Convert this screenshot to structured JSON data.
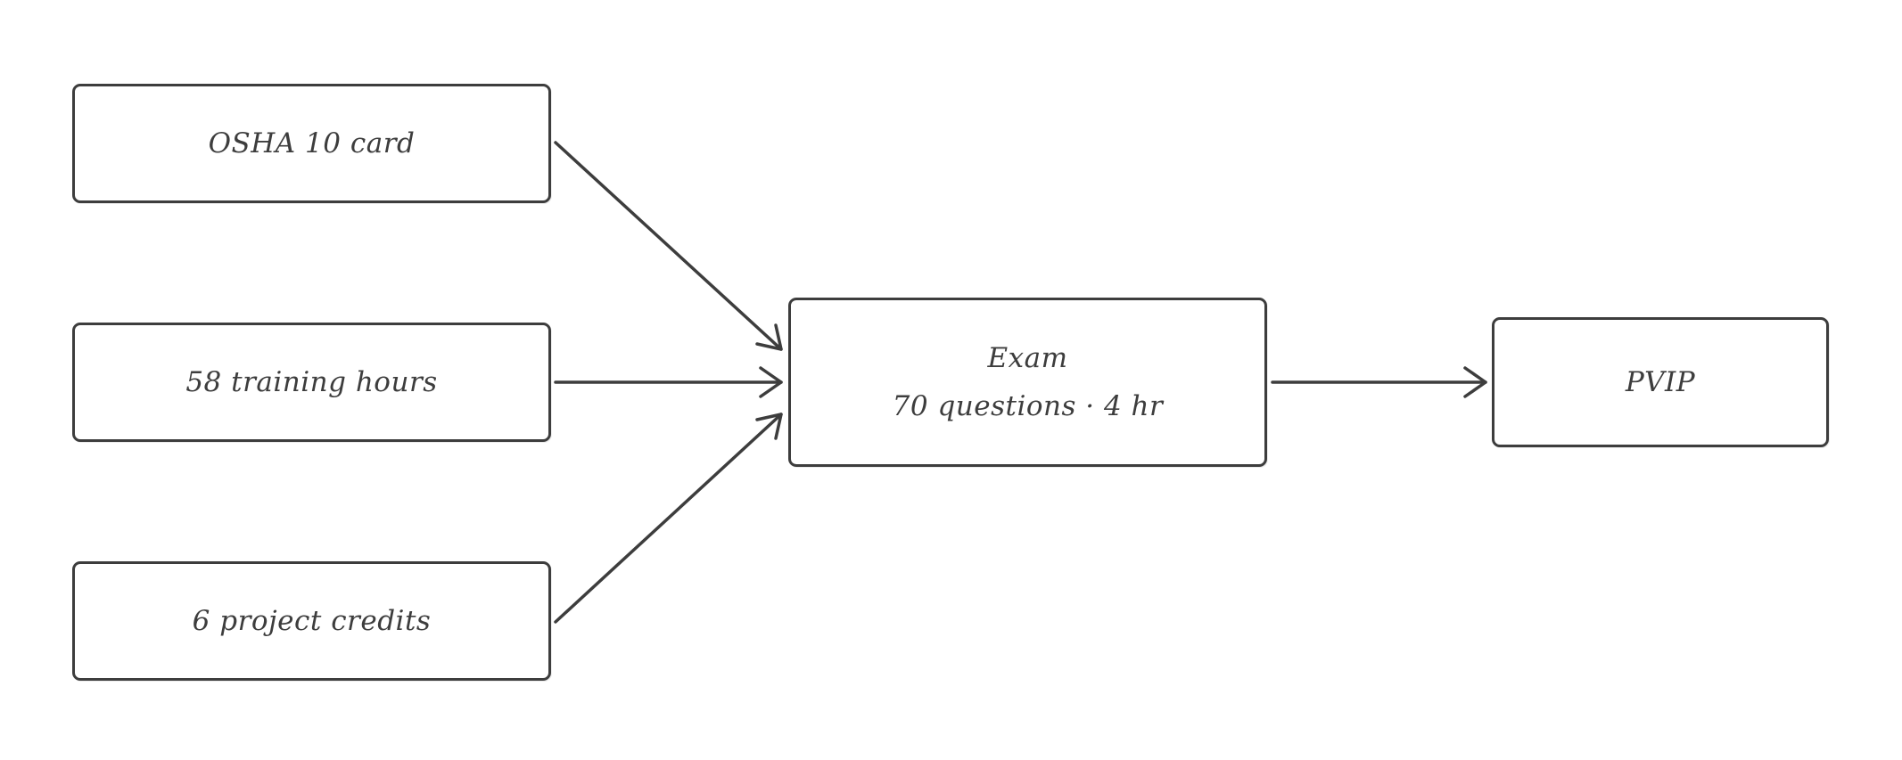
{
  "diagram": {
    "nodes": [
      {
        "id": "osha",
        "label": "OSHA 10 card"
      },
      {
        "id": "hours",
        "label": "58 training hours"
      },
      {
        "id": "credits",
        "label": "6 project credits"
      },
      {
        "id": "exam",
        "label": "Exam",
        "sublabel": "70 questions · 4 hr"
      },
      {
        "id": "pvip",
        "label": "PVIP"
      }
    ],
    "edges": [
      {
        "from": "osha",
        "to": "exam"
      },
      {
        "from": "hours",
        "to": "exam"
      },
      {
        "from": "credits",
        "to": "exam"
      },
      {
        "from": "exam",
        "to": "pvip"
      }
    ],
    "colors": {
      "stroke": "#3d3d3d",
      "background": "#ffffff"
    }
  }
}
